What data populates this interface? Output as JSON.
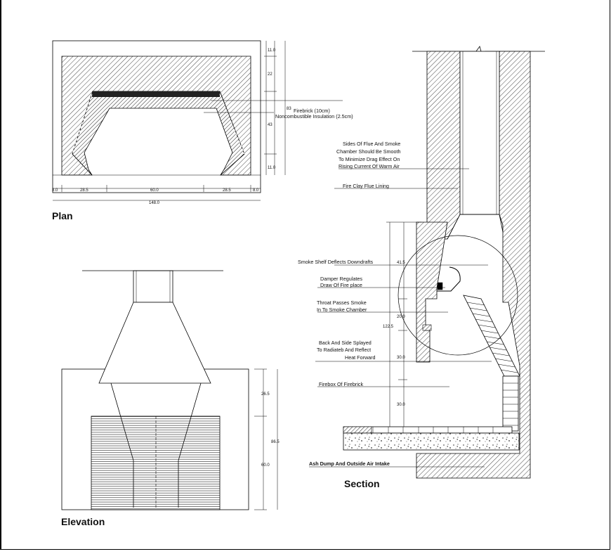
{
  "titles": {
    "plan": "Plan",
    "elevation": "Elevation",
    "section": "Section"
  },
  "plan": {
    "dims_right": [
      "11.0",
      "22",
      "43",
      "11.0"
    ],
    "dim_right_total": "83",
    "dims_bottom": [
      "8.0",
      "28.5",
      "60.0",
      "28.5",
      "8.0"
    ],
    "dim_bottom_total": "148.0",
    "notes": [
      "Firebrick (10cm)",
      "Noncombustible Insulation (2.5cm)"
    ]
  },
  "elevation": {
    "dims_right": [
      "26.5",
      "86.5",
      "60.0"
    ]
  },
  "section": {
    "notes": {
      "sides_1": "Sides Of Flue And Smoke",
      "sides_2": "Chamber Should Be Smooth",
      "sides_3": "To Minimize Drag Effect On",
      "sides_4": "Rising Current Of Warm Air",
      "flue": "Fire Clay Flue Lining",
      "shelf": "Smoke Shelf Deflects Downdrafts",
      "damper_1": "Damper Regulates",
      "damper_2": "Draw Of Fire place",
      "throat_1": "Throat Passes Smoke",
      "throat_2": "In To Smoke Chamber",
      "back_1": "Back And Side Splayed",
      "back_2": "To Radiateb And Reflect",
      "back_3": "Heat Forward",
      "firebox": "Firebox Of Firebrick",
      "ash": "Ash Dump And Outside Air Intake"
    },
    "dims": [
      "41.5",
      "20.0",
      "122.5",
      "30.0",
      "30.0"
    ]
  }
}
